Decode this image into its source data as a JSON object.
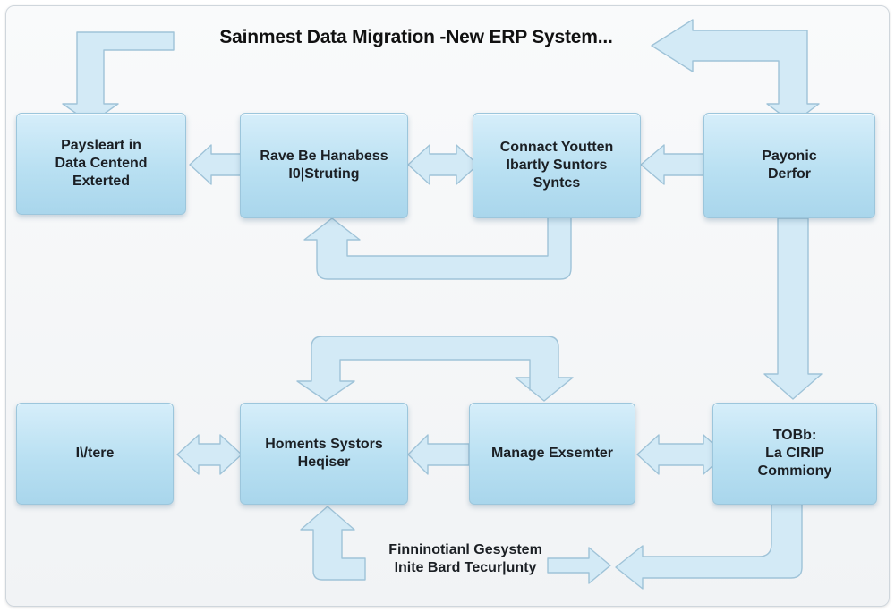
{
  "title": "Sainmest Data Migration -New ERP System...",
  "boxes": {
    "b1": "Paysleart in\nData Centend\nExterted",
    "b2": "Rave Be Hanabess\nI0|Struting",
    "b3": "Connact Youtten\nIbartly Suntors\nSyntcs",
    "b4": "Payonic\nDerfor",
    "b5": "I\\/tere",
    "b6": "Homents Systors\nHeqiser",
    "b7": "Manage Exsemter",
    "b8": "TOBb:\nLa CIRIP\nCommiony"
  },
  "note": "Finninotianl Gesystem\nInite Bard Tecur|unty",
  "colors": {
    "box_fill": "#b9e0f2",
    "box_border": "#9cc6dc",
    "arrow_fill": "#d3eaf6",
    "arrow_stroke": "#9fc3d8"
  }
}
